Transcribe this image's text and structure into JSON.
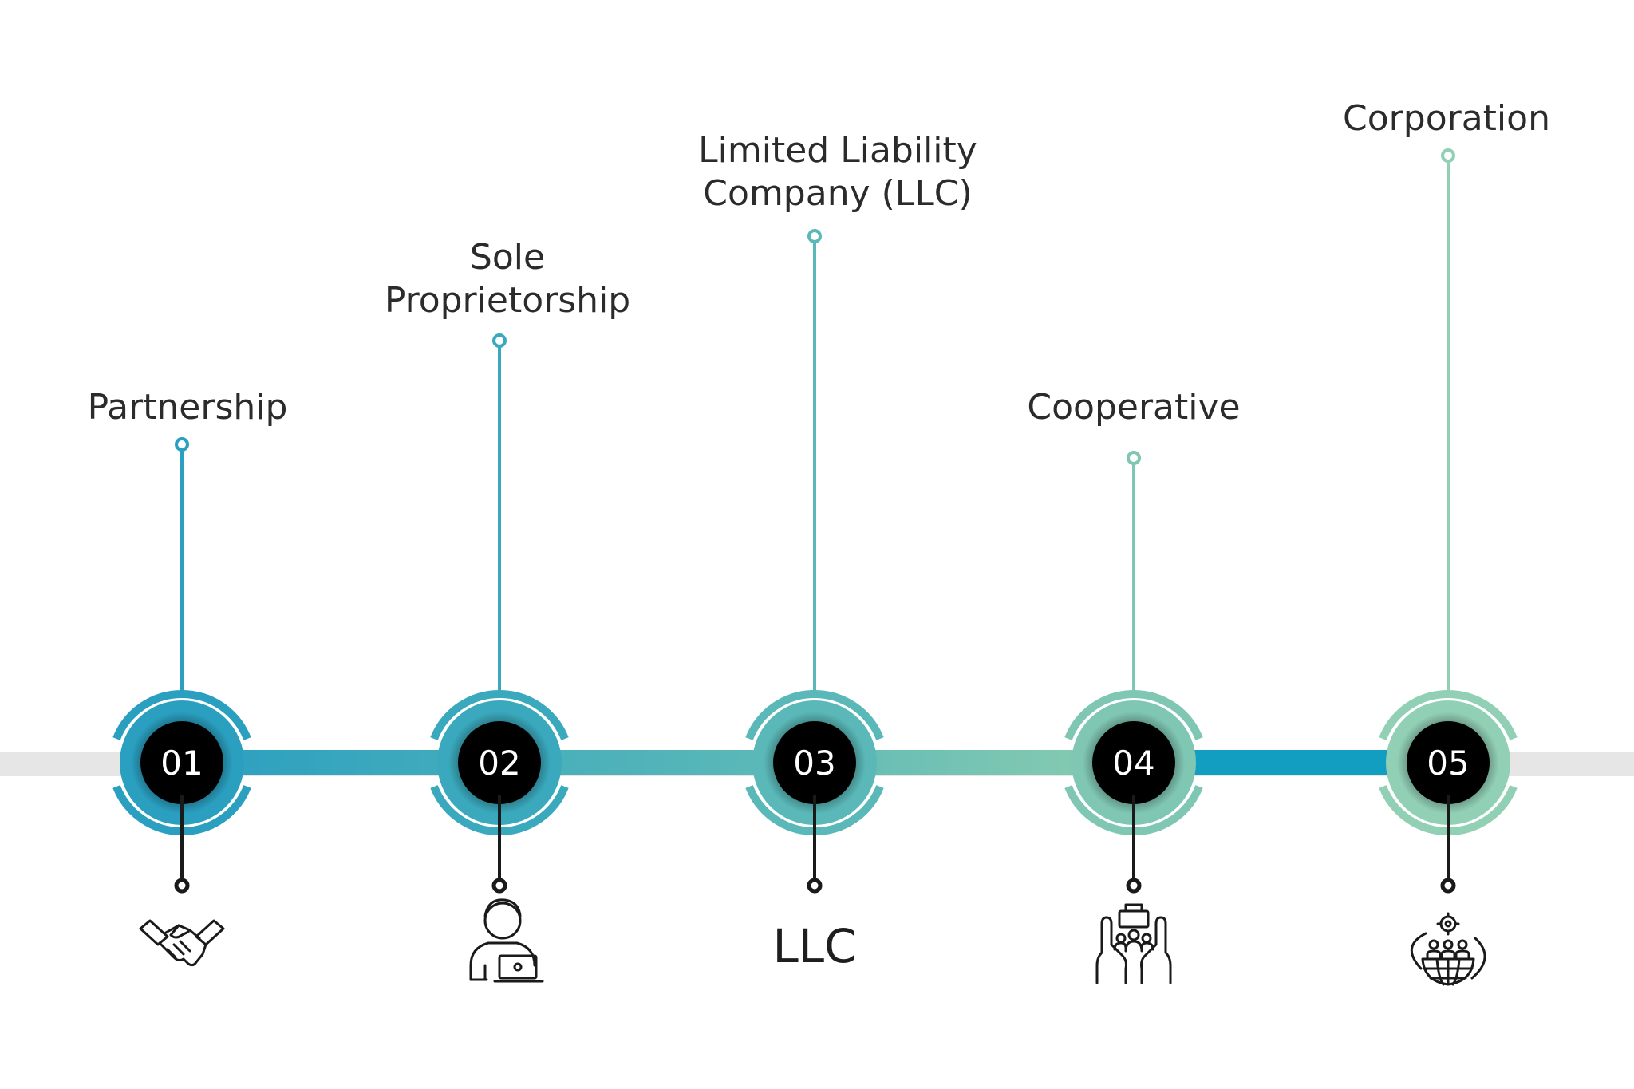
{
  "steps": [
    {
      "number": "01",
      "label_lines": [
        "Partnership"
      ],
      "icon": "handshake-icon",
      "color": "#2a9fc0"
    },
    {
      "number": "02",
      "label_lines": [
        "Sole",
        "Proprietorship"
      ],
      "icon": "person-laptop-icon",
      "color": "#3aa9bd"
    },
    {
      "number": "03",
      "label_lines": [
        "Limited Liability",
        "Company (LLC)"
      ],
      "icon_text": "LLC",
      "color": "#5ab8b8"
    },
    {
      "number": "04",
      "label_lines": [
        "Cooperative"
      ],
      "icon": "hands-group-icon",
      "color": "#7fc6b3"
    },
    {
      "number": "05",
      "label_lines": [
        "Corporation"
      ],
      "icon": "global-team-icon",
      "color": "#92d0b6"
    }
  ],
  "colors": {
    "track": "#e6e6e6",
    "circle_dark": "#000000",
    "text": "#2b2b2b"
  }
}
